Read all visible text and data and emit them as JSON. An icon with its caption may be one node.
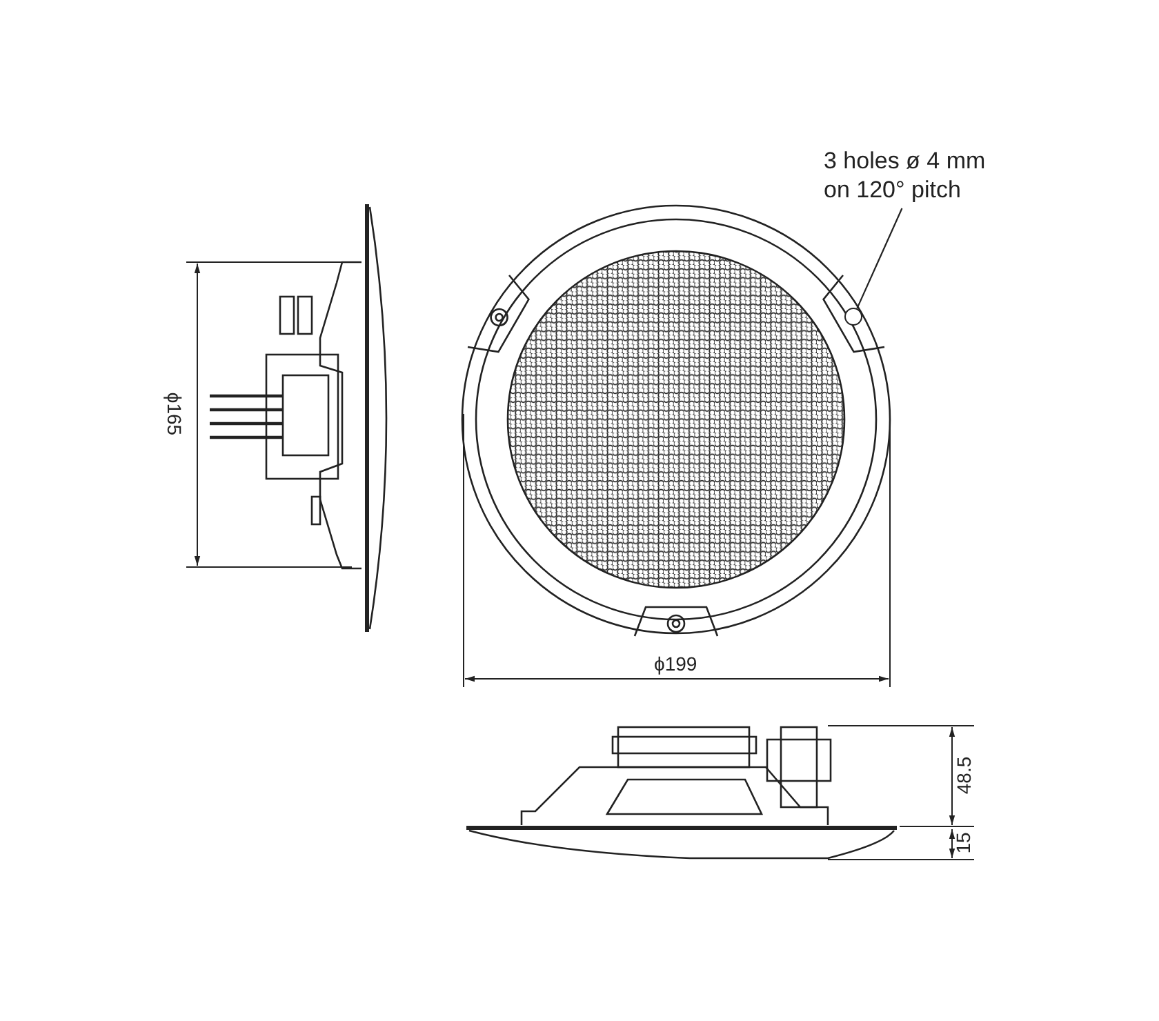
{
  "diagram": {
    "nodes": [
      {
        "text": [
          "3 holes ø 4 mm on 120° pitch"
        ]
      },
      {
        "text": [],
        "shape": "circle"
      }
    ],
    "edges": [
      {
        "from": 0,
        "to": 1,
        "arrow": "none"
      }
    ],
    "labels": [
      "ϕ165",
      "ϕ199",
      "48.5",
      "15"
    ]
  }
}
